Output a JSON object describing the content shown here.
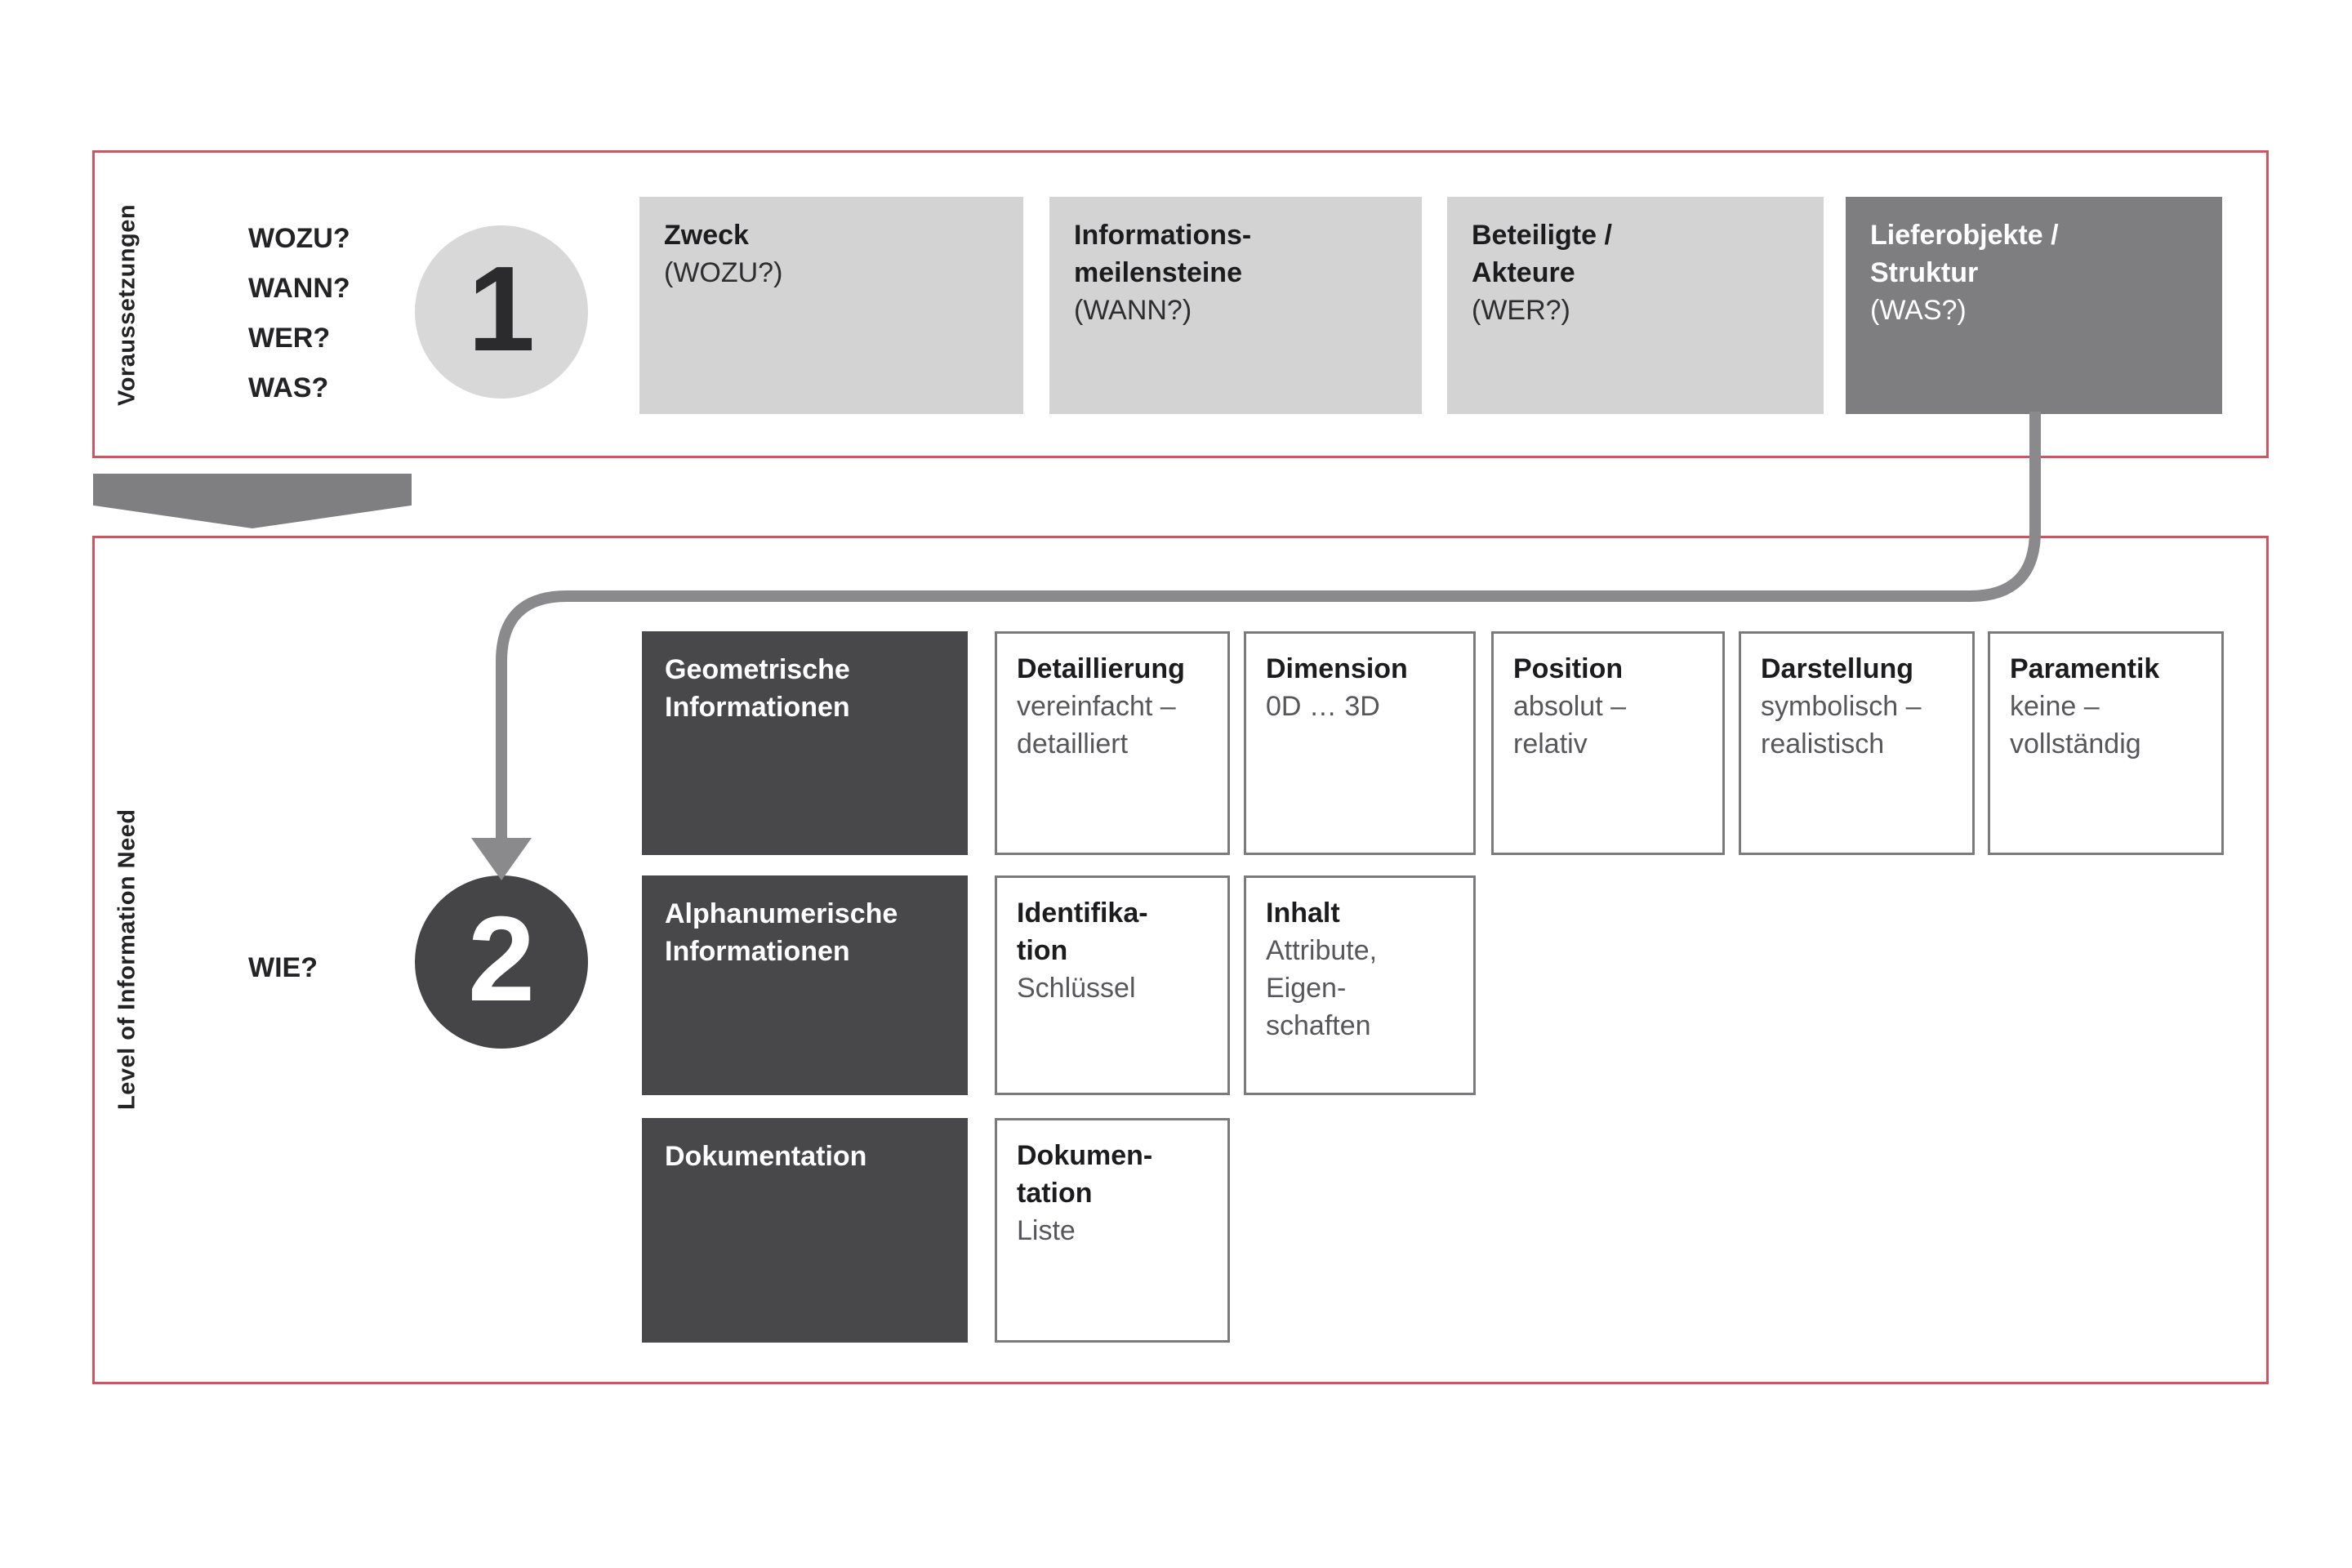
{
  "palette": {
    "red_border": "#cc5560",
    "light_box": "#d3d3d4",
    "medium_dark_box": "#7e7e81",
    "dark_box": "#48484a",
    "connector_gray": "#8a8a8d",
    "circle1_bg": "#d8d8d9",
    "circle2_bg": "#454547",
    "body_text_gray": "#57575b"
  },
  "section1": {
    "side_label": "Voraussetzungen",
    "questions": [
      "WOZU?",
      "WANN?",
      "WER?",
      "WAS?"
    ],
    "step_number": "1",
    "boxes": [
      {
        "title_lines": [
          "Zweck"
        ],
        "subtitle": "(WOZU?)"
      },
      {
        "title_lines": [
          "Informations-",
          "meilensteine"
        ],
        "subtitle": "(WANN?)"
      },
      {
        "title_lines": [
          "Beteiligte /",
          "Akteure"
        ],
        "subtitle": "(WER?)"
      },
      {
        "title_lines": [
          "Lieferobjekte /",
          "Struktur"
        ],
        "subtitle": "(WAS?)"
      }
    ]
  },
  "section2": {
    "side_label": "Level of Information Need",
    "question": "WIE?",
    "step_number": "2",
    "rows": [
      {
        "header_lines": [
          "Geometrische",
          "Informationen"
        ],
        "cells": [
          {
            "title_lines": [
              "Detaillierung"
            ],
            "body_lines": [
              "vereinfacht –",
              "detailliert"
            ]
          },
          {
            "title_lines": [
              "Dimension"
            ],
            "body_lines": [
              "0D … 3D"
            ]
          },
          {
            "title_lines": [
              "Position"
            ],
            "body_lines": [
              "absolut –",
              "relativ"
            ]
          },
          {
            "title_lines": [
              "Darstellung"
            ],
            "body_lines": [
              "symbolisch –",
              "realistisch"
            ]
          },
          {
            "title_lines": [
              "Paramentik"
            ],
            "body_lines": [
              "keine –",
              "vollständig"
            ]
          }
        ]
      },
      {
        "header_lines": [
          "Alphanumerische",
          "Informationen"
        ],
        "cells": [
          {
            "title_lines": [
              "Identifika-",
              "tion"
            ],
            "body_lines": [
              "Schlüssel"
            ]
          },
          {
            "title_lines": [
              "Inhalt"
            ],
            "body_lines": [
              "Attribute,",
              "Eigen-",
              "schaften"
            ]
          }
        ]
      },
      {
        "header_lines": [
          "Dokumentation"
        ],
        "cells": [
          {
            "title_lines": [
              "Dokumen-",
              "tation"
            ],
            "body_lines": [
              "Liste"
            ]
          }
        ]
      }
    ]
  }
}
